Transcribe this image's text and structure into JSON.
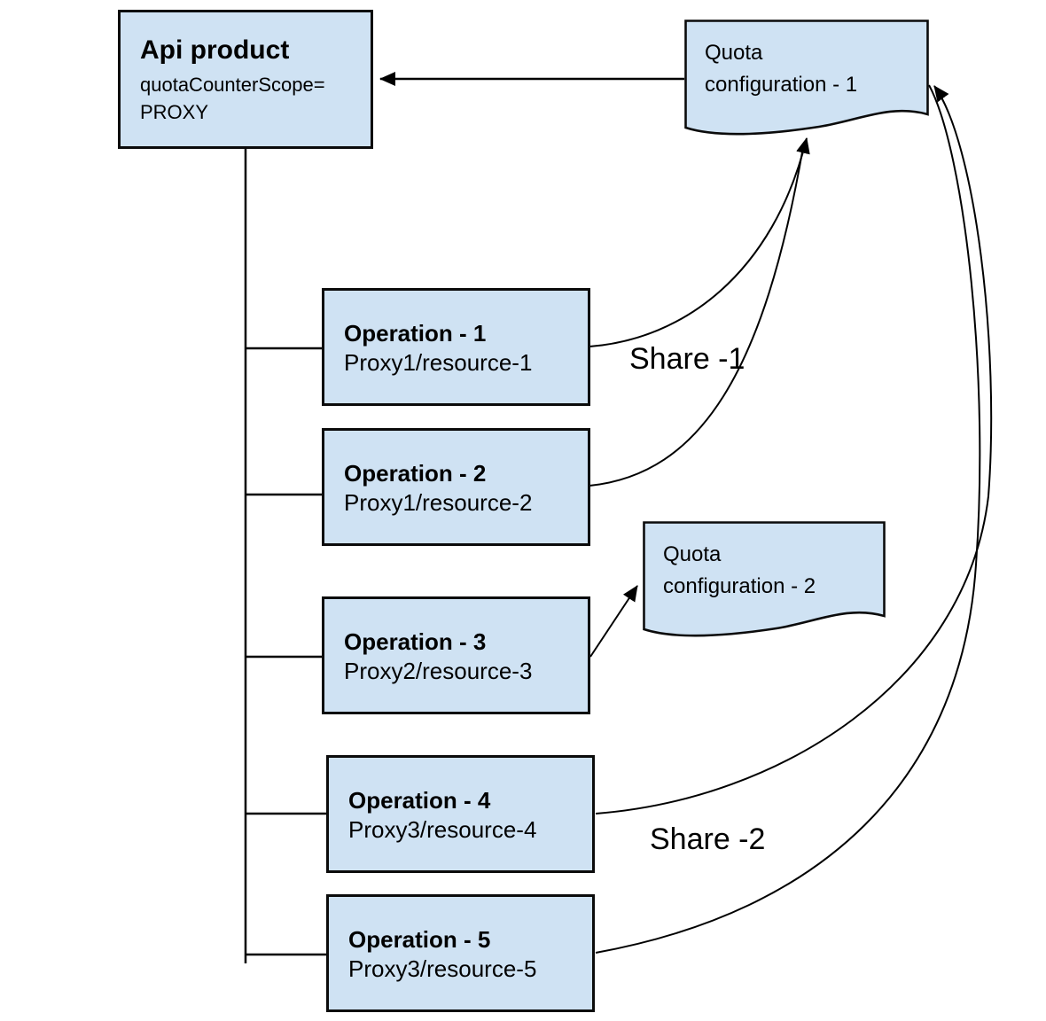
{
  "diagram": {
    "api_product": {
      "title": "Api product",
      "subtitle_line1": "quotaCounterScope=",
      "subtitle_line2": "PROXY"
    },
    "quota_configs": [
      {
        "line1": "Quota",
        "line2": "configuration - 1"
      },
      {
        "line1": "Quota",
        "line2": "configuration - 2"
      }
    ],
    "operations": [
      {
        "title": "Operation - 1",
        "subtitle": "Proxy1/resource-1"
      },
      {
        "title": "Operation - 2",
        "subtitle": "Proxy1/resource-2"
      },
      {
        "title": "Operation - 3",
        "subtitle": "Proxy2/resource-3"
      },
      {
        "title": "Operation - 4",
        "subtitle": "Proxy3/resource-4"
      },
      {
        "title": "Operation - 5",
        "subtitle": "Proxy3/resource-5"
      }
    ],
    "share_labels": [
      {
        "text": "Share -1"
      },
      {
        "text": "Share -2"
      }
    ],
    "colors": {
      "box_fill": "#cfe2f3",
      "box_border": "#0b0b0b",
      "line": "#000000"
    }
  }
}
